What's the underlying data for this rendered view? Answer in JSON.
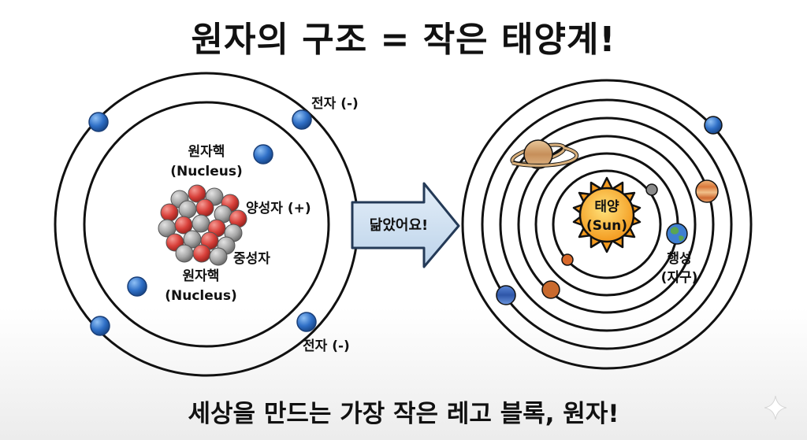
{
  "title": "원자의 구조 = 작은 태양계!",
  "footer": "세상을 만드는 가장 작은 레고 블록, 원자!",
  "atom": {
    "electron_label_top": "전자 (-)",
    "electron_label_bottom": "전자 (-)",
    "nucleus_label_top": "원자핵",
    "nucleus_label_top_en": "(Nucleus)",
    "proton_label": "양성자 (+)",
    "neutron_label": "중성자",
    "nucleus_label_bottom": "원자핵",
    "nucleus_label_bottom_en": "(Nucleus)"
  },
  "arrow_label": "닮았어요!",
  "solar": {
    "sun_label": "태양",
    "sun_label_en": "(Sun)",
    "planet_label": "행성",
    "planet_label_sub": "(지구)"
  },
  "colors": {
    "electron": "#2f6fc6",
    "proton": "#d8403a",
    "neutron": "#a7a7a7",
    "sun": "#f6a623",
    "arrow": "#cfe1f2"
  }
}
